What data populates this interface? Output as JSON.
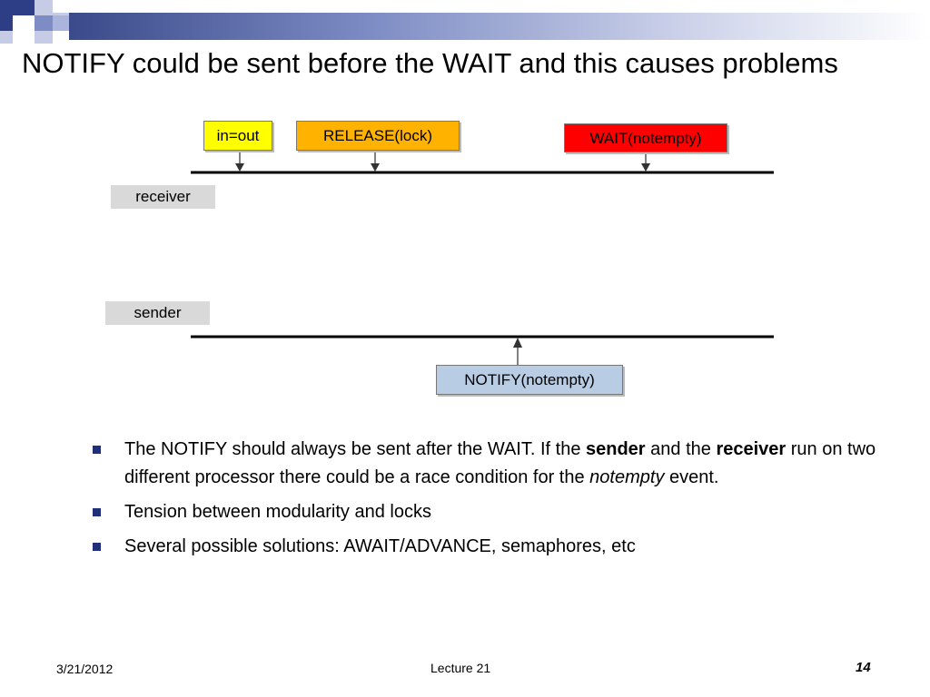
{
  "slide": {
    "title": "NOTIFY could be sent before the WAIT and this causes problems",
    "accent_color": "#1f2f7a"
  },
  "diagram": {
    "receiver_label": "receiver",
    "sender_label": "sender",
    "receiver_events": [
      {
        "label": "in=out",
        "color": "#ffff00"
      },
      {
        "label": "RELEASE(lock)",
        "color": "#ffb300"
      },
      {
        "label": "WAIT(notempty)",
        "color": "#ff0000"
      }
    ],
    "sender_events": [
      {
        "label": "NOTIFY(notempty)",
        "color": "#b8cce4"
      }
    ]
  },
  "bullets": {
    "b1": {
      "t1": "The NOTIFY should always be sent after the WAIT.  If the ",
      "sender": "sender",
      "t2": " and the ",
      "receiver": "receiver",
      "t3": " run on two different processor there could be a race condition for the ",
      "notempty": "notempty",
      "t4": " event."
    },
    "b2": "Tension between modularity and locks",
    "b3": "Several possible solutions: AWAIT/ADVANCE, semaphores, etc"
  },
  "footer": {
    "date": "3/21/2012",
    "center": "Lecture 21",
    "page": "14"
  }
}
